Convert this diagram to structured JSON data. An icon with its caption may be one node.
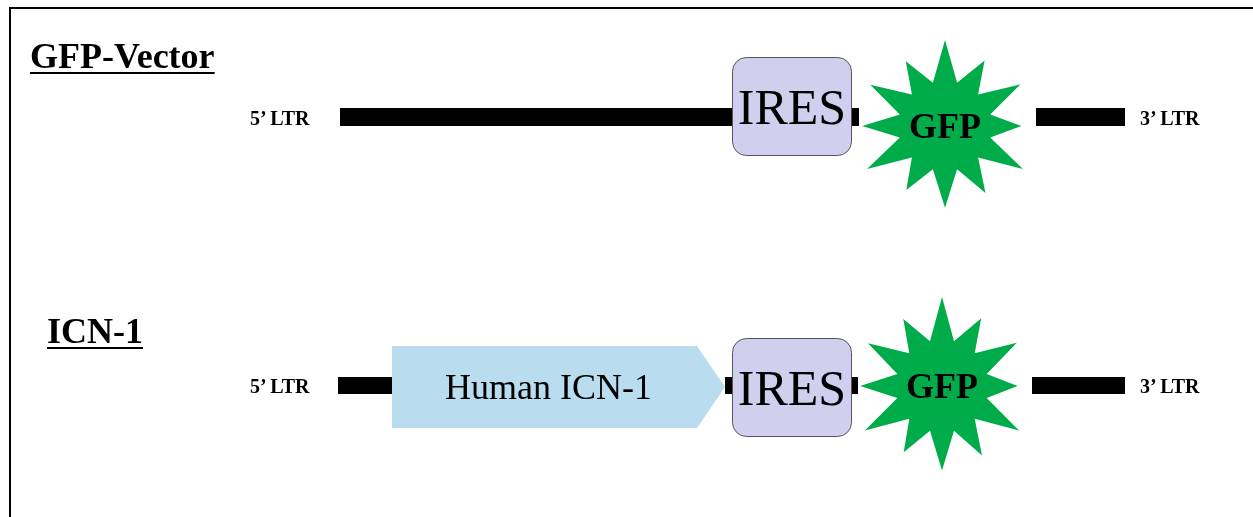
{
  "diagram": {
    "nodes": [
      {
        "text": [],
        "shape": "bar",
        "beside": [
          "5’ LTR"
        ]
      },
      {
        "text": [
          "IRES"
        ]
      },
      {
        "text": [],
        "shape": "bar"
      },
      {
        "text": [
          "GFP"
        ]
      },
      {
        "text": [],
        "shape": "bar",
        "beside": [
          "3’ LTR"
        ]
      },
      {
        "text": [],
        "shape": "bar",
        "beside": [
          "5’ LTR"
        ]
      },
      {
        "text": [
          "Human ICN-1"
        ]
      },
      {
        "text": [],
        "shape": "bar"
      },
      {
        "text": [
          "IRES"
        ]
      },
      {
        "text": [],
        "shape": "bar"
      },
      {
        "text": [
          "GFP"
        ]
      },
      {
        "text": [],
        "shape": "bar",
        "beside": [
          "3’ LTR"
        ]
      }
    ],
    "labels": [
      "GFP-Vector",
      "ICN-1"
    ]
  }
}
